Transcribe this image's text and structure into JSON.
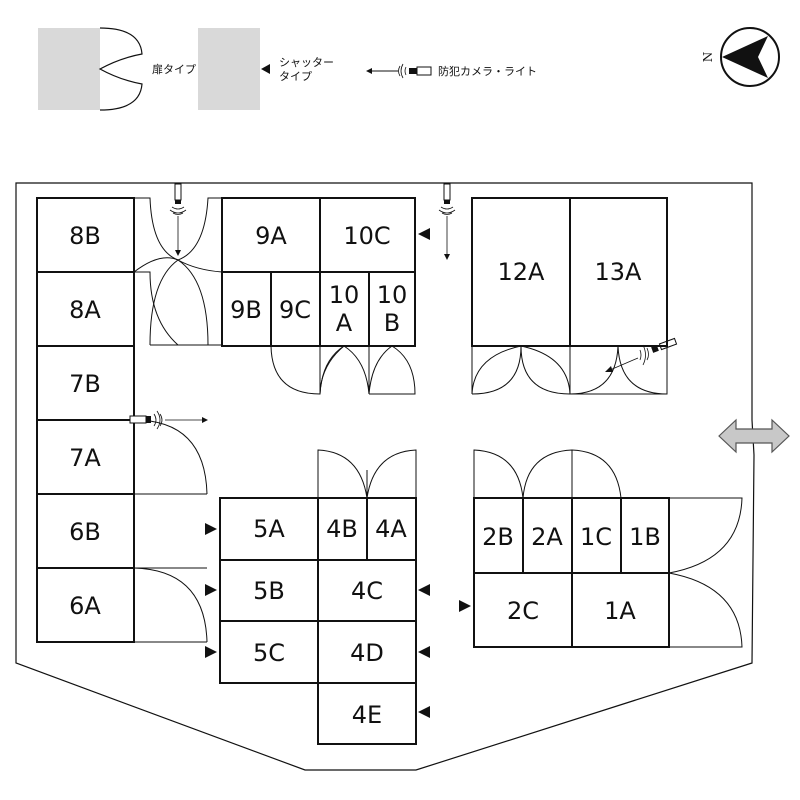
{
  "legend": {
    "door_label": "扉タイプ",
    "shutter_label_line1": "シャッター",
    "shutter_label_line2": "タイプ",
    "camera_label": "防犯カメラ・ライト"
  },
  "compass": {
    "north_label": "N"
  },
  "units": {
    "u8B": "8B",
    "u8A": "8A",
    "u7B": "7B",
    "u7A": "7A",
    "u6B": "6B",
    "u6A": "6A",
    "u9A": "9A",
    "u10C": "10C",
    "u9B": "9B",
    "u9C": "9C",
    "u10A_l1": "10",
    "u10A_l2": "A",
    "u10B_l1": "10",
    "u10B_l2": "B",
    "u12A": "12A",
    "u13A": "13A",
    "u5A": "5A",
    "u5B": "5B",
    "u5C": "5C",
    "u4B": "4B",
    "u4A": "4A",
    "u4C": "4C",
    "u4D": "4D",
    "u4E": "4E",
    "u2B": "2B",
    "u2A": "2A",
    "u1C": "1C",
    "u1B": "1B",
    "u2C": "2C",
    "u1A": "1A"
  },
  "colors": {
    "legend_swatch": "#d9d9d9",
    "exit_arrow": "#c8c8c8",
    "line": "#111111"
  }
}
